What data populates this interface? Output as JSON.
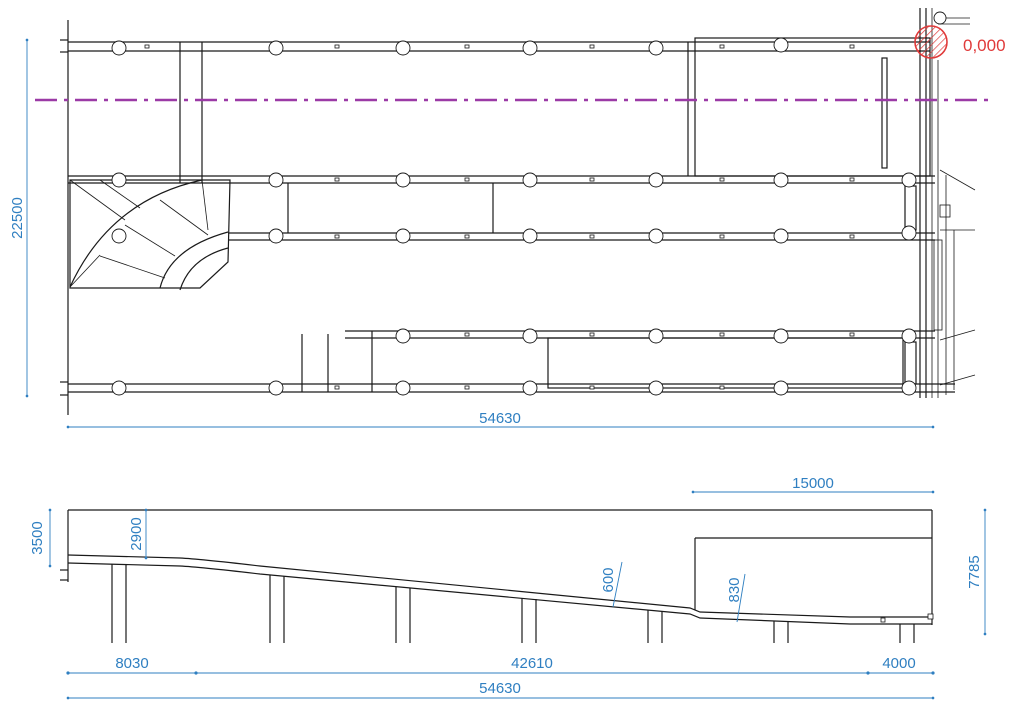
{
  "plan": {
    "level_label": "0,000",
    "overall_width_dim": "22500",
    "overall_length_dim": "54630"
  },
  "section": {
    "top_segment_dim": "15000",
    "left_height_dim": "3500",
    "left_clearance_dim": "2900",
    "right_height_dim": "7785",
    "slab_thickness_dim_1": "600",
    "slab_thickness_dim_2": "830",
    "span_left_dim": "8030",
    "span_middle_dim": "42610",
    "span_right_dim": "4000",
    "overall_length_dim": "54630"
  },
  "colors": {
    "dimension": "#2f7fc1",
    "axis_line": "#9b3aa6",
    "level_marker": "#e03a3a"
  }
}
